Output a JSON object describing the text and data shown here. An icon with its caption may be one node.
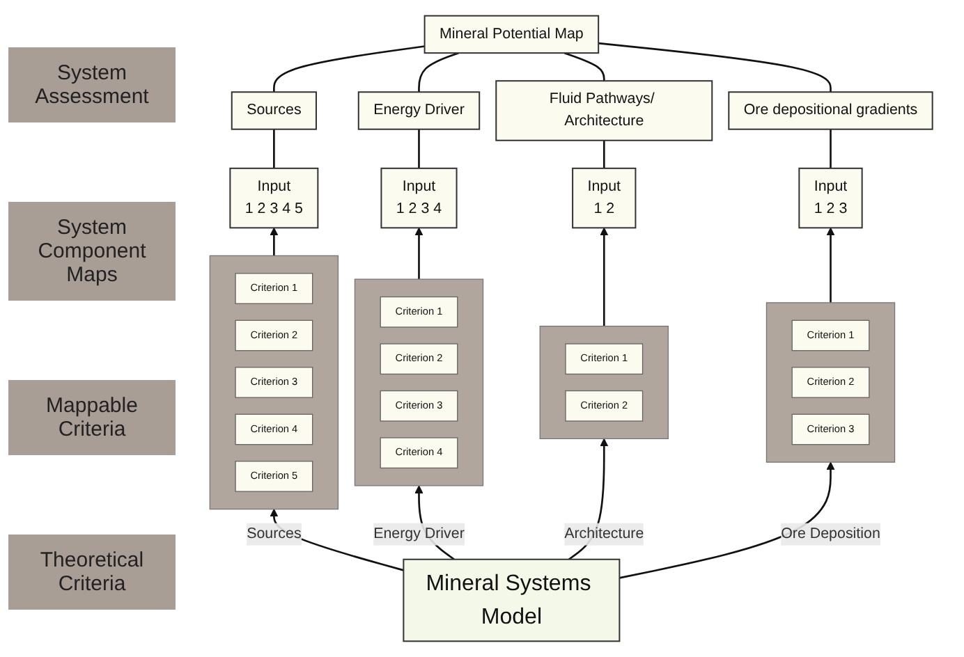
{
  "diagram": {
    "nodes": [
      {
        "text": [
          "Mineral Potential Map"
        ]
      },
      {
        "text": [
          "Sources"
        ]
      },
      {
        "text": [
          "Energy Driver"
        ]
      },
      {
        "text": [
          "Fluid Pathways/ Architecture"
        ]
      },
      {
        "text": [
          "Ore depositional gradients"
        ]
      },
      {
        "text": [
          "Input",
          "1 2 3 4 5"
        ]
      },
      {
        "text": [
          "Input",
          "1 2 3 4"
        ]
      },
      {
        "text": [
          "Input",
          "1 2"
        ]
      },
      {
        "text": [
          "Input",
          "1 2 3"
        ]
      },
      {
        "text": [],
        "shape": "box"
      },
      {
        "text": [
          "Criterion 1"
        ],
        "in": 9
      },
      {
        "text": [
          "Criterion 2"
        ],
        "in": 9
      },
      {
        "text": [
          "Criterion 3"
        ],
        "in": 9
      },
      {
        "text": [
          "Criterion 4"
        ],
        "in": 9
      },
      {
        "text": [
          "Criterion 5"
        ],
        "in": 9
      },
      {
        "text": [],
        "shape": "box"
      },
      {
        "text": [
          "Criterion 1"
        ],
        "in": 15
      },
      {
        "text": [
          "Criterion 2"
        ],
        "in": 15
      },
      {
        "text": [
          "Criterion 3"
        ],
        "in": 15
      },
      {
        "text": [
          "Criterion 4"
        ],
        "in": 15
      },
      {
        "text": [],
        "shape": "box"
      },
      {
        "text": [
          "Criterion 1"
        ],
        "in": 20
      },
      {
        "text": [
          "Criterion 2"
        ],
        "in": 20
      },
      {
        "text": [],
        "shape": "box"
      },
      {
        "text": [
          "Criterion 1"
        ],
        "in": 23
      },
      {
        "text": [
          "Criterion 2"
        ],
        "in": 23
      },
      {
        "text": [
          "Criterion 3"
        ],
        "in": 23
      },
      {
        "text": [
          "Mineral Systems Model"
        ]
      }
    ],
    "edges": [
      {
        "from": 1,
        "to": 0,
        "arrow": "none"
      },
      {
        "from": 2,
        "to": 0,
        "arrow": "none"
      },
      {
        "from": 3,
        "to": 0,
        "arrow": "none"
      },
      {
        "from": 4,
        "to": 0,
        "arrow": "none"
      },
      {
        "from": 5,
        "to": 1,
        "arrow": "none"
      },
      {
        "from": 6,
        "to": 2,
        "arrow": "none"
      },
      {
        "from": 7,
        "to": 3,
        "arrow": "none"
      },
      {
        "from": 8,
        "to": 4,
        "arrow": "none"
      },
      {
        "from": 9,
        "to": 5,
        "arrow": "to"
      },
      {
        "from": 15,
        "to": 6,
        "arrow": "to"
      },
      {
        "from": 20,
        "to": 7,
        "arrow": "to"
      },
      {
        "from": 23,
        "to": 8,
        "arrow": "to"
      },
      {
        "from": 27,
        "to": 9,
        "arrow": "to",
        "label": "Sources"
      },
      {
        "from": 27,
        "to": 15,
        "arrow": "to",
        "label": "Energy Driver"
      },
      {
        "from": 27,
        "to": 20,
        "arrow": "to",
        "label": "Architecture"
      },
      {
        "from": 27,
        "to": 23,
        "arrow": "to",
        "label": "Ore Deposition"
      }
    ],
    "labels": [
      "System Assessment",
      "System Component Maps",
      "Mappable Criteria",
      "Theoretical Criteria"
    ]
  }
}
